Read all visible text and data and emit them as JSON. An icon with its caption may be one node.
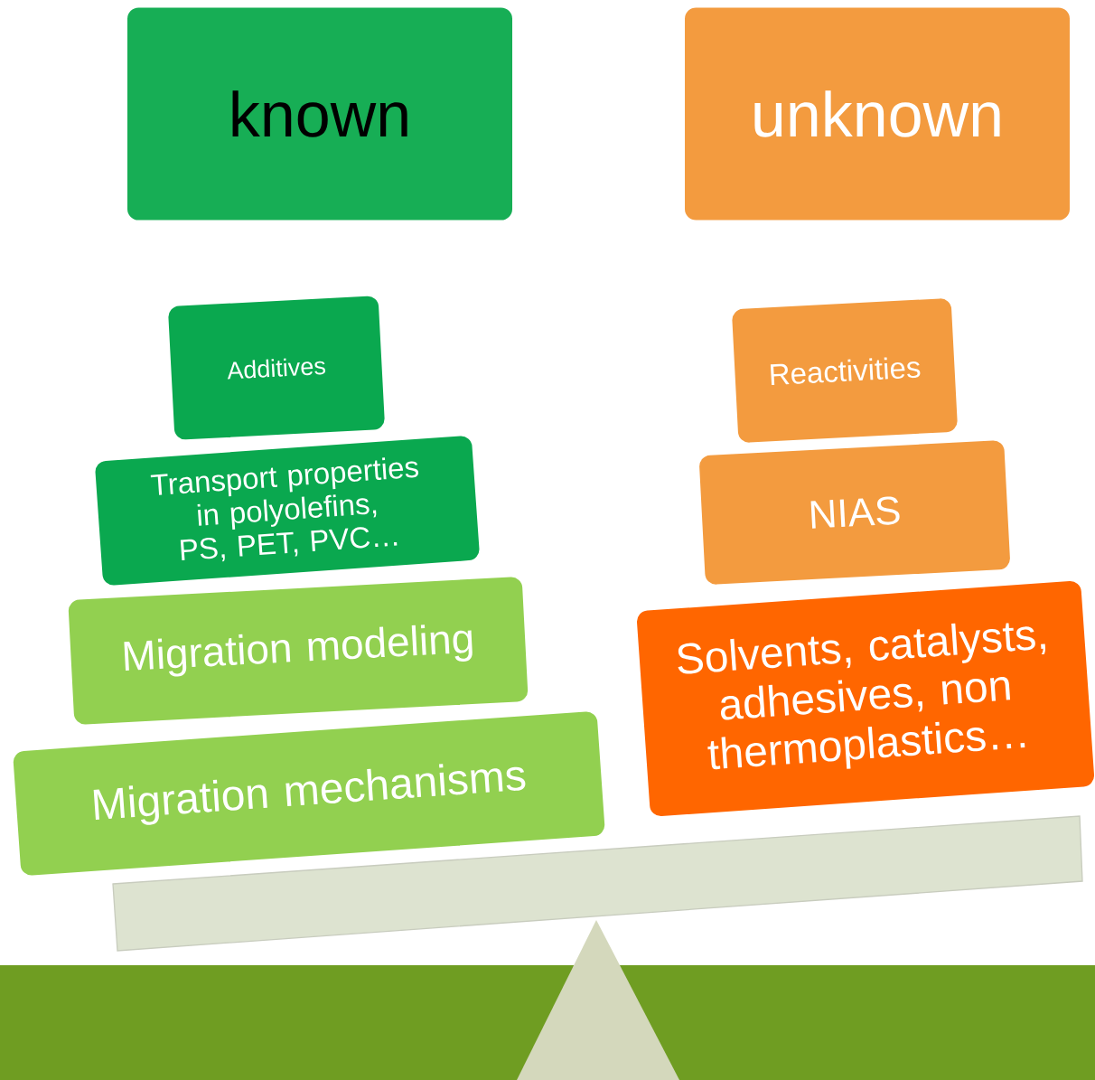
{
  "diagram": {
    "nodes": [
      {
        "text": [
          "known"
        ]
      },
      {
        "text": [
          "unknown"
        ]
      },
      {
        "text": [
          "Additives"
        ]
      },
      {
        "text": [
          "Transport properties in polyolefins, PS, PET, PVC…"
        ]
      },
      {
        "text": [
          "Migration modeling"
        ]
      },
      {
        "text": [
          "Migration mechanisms"
        ]
      },
      {
        "text": [
          "Reactivities"
        ]
      },
      {
        "text": [
          "NIAS"
        ]
      },
      {
        "text": [
          "Solvents, catalysts, adhesives, non thermoplastics…"
        ]
      }
    ],
    "edges": []
  }
}
